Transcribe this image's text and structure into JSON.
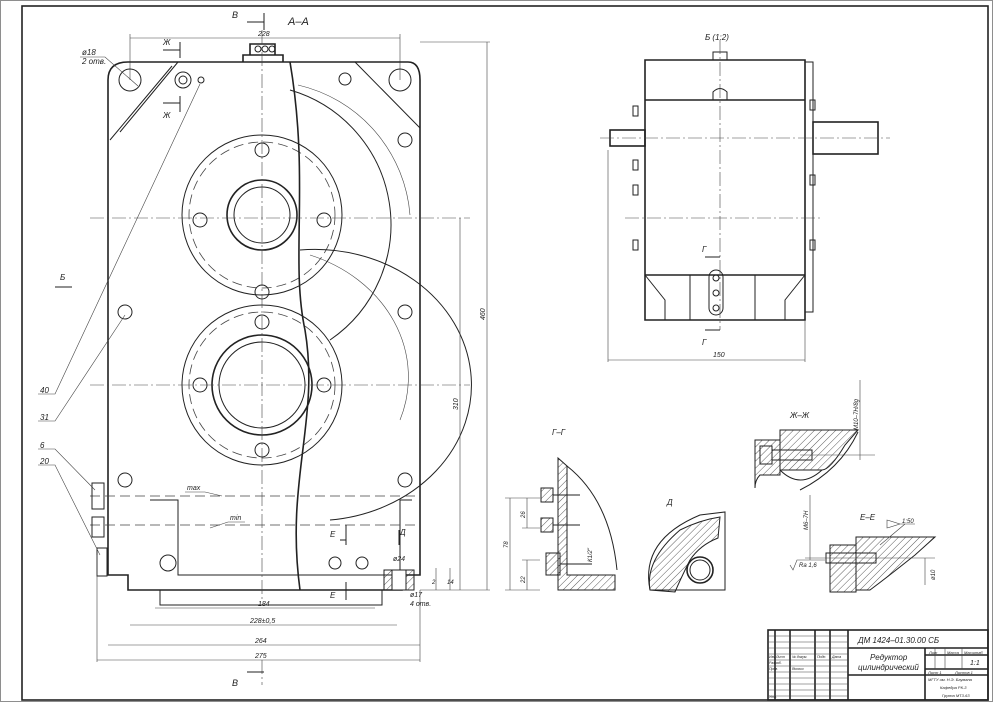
{
  "main_view": {
    "section_title": "А–А",
    "section_mark_top": "В",
    "section_mark_bottom": "В",
    "dim_top": "228",
    "mark_zh": "Ж",
    "hole_label": "ø18",
    "hole_count": "2 отв.",
    "view_mark_b": "Б",
    "pos_40": "40",
    "pos_31": "31",
    "pos_6": "6",
    "pos_20": "20",
    "level_max": "max",
    "level_min": "min",
    "mark_e": "Е",
    "mark_d": "Д",
    "dim_d24": "ø24",
    "dim_d17": "ø17",
    "dim_d17_count": "4 отв.",
    "dim_2": "2",
    "dim_14": "14",
    "dim_184": "184",
    "dim_228": "228±0,5",
    "dim_264": "264",
    "dim_275": "275",
    "dim_460": "460",
    "dim_310": "310"
  },
  "side_view": {
    "title": "Б (1:2)",
    "mark_g": "Г",
    "dim_150": "150"
  },
  "section_gg": {
    "title": "Г–Г",
    "dim_26": "26",
    "dim_78": "78",
    "dim_22": "22",
    "thread": "К1/2\""
  },
  "view_d": {
    "title": "Д"
  },
  "section_zhzh": {
    "title": "Ж–Ж",
    "thread": "М10–7Н/8g"
  },
  "section_ee": {
    "title": "Е–Е",
    "thread": "М6–7Н",
    "taper": "1:50",
    "roughness": "Ra 1,6",
    "diameter": "ø10"
  },
  "title_block": {
    "designation": "ДМ 1424–01.30.00 СБ",
    "name_line1": "Редуктор",
    "name_line2": "цилиндрический",
    "col_lit": "Лит",
    "col_mass": "Масса",
    "col_scale": "Масштаб",
    "scale": "1:1",
    "sheet": "Лист 1",
    "sheets": "Листов 1",
    "org": "МГТУ им. Н.Э. Баумана",
    "dept": "Кафедра РК-3",
    "group": "Группа МТ3-63",
    "hdr_izm": "Изм",
    "hdr_list": "Лист",
    "hdr_doc": "№ докум.",
    "hdr_sign": "Подп.",
    "hdr_date": "Дата",
    "row_dev": "Разраб.",
    "row_check": "Пров.",
    "dev_name": "Якович",
    "row_approve": "Утв."
  }
}
